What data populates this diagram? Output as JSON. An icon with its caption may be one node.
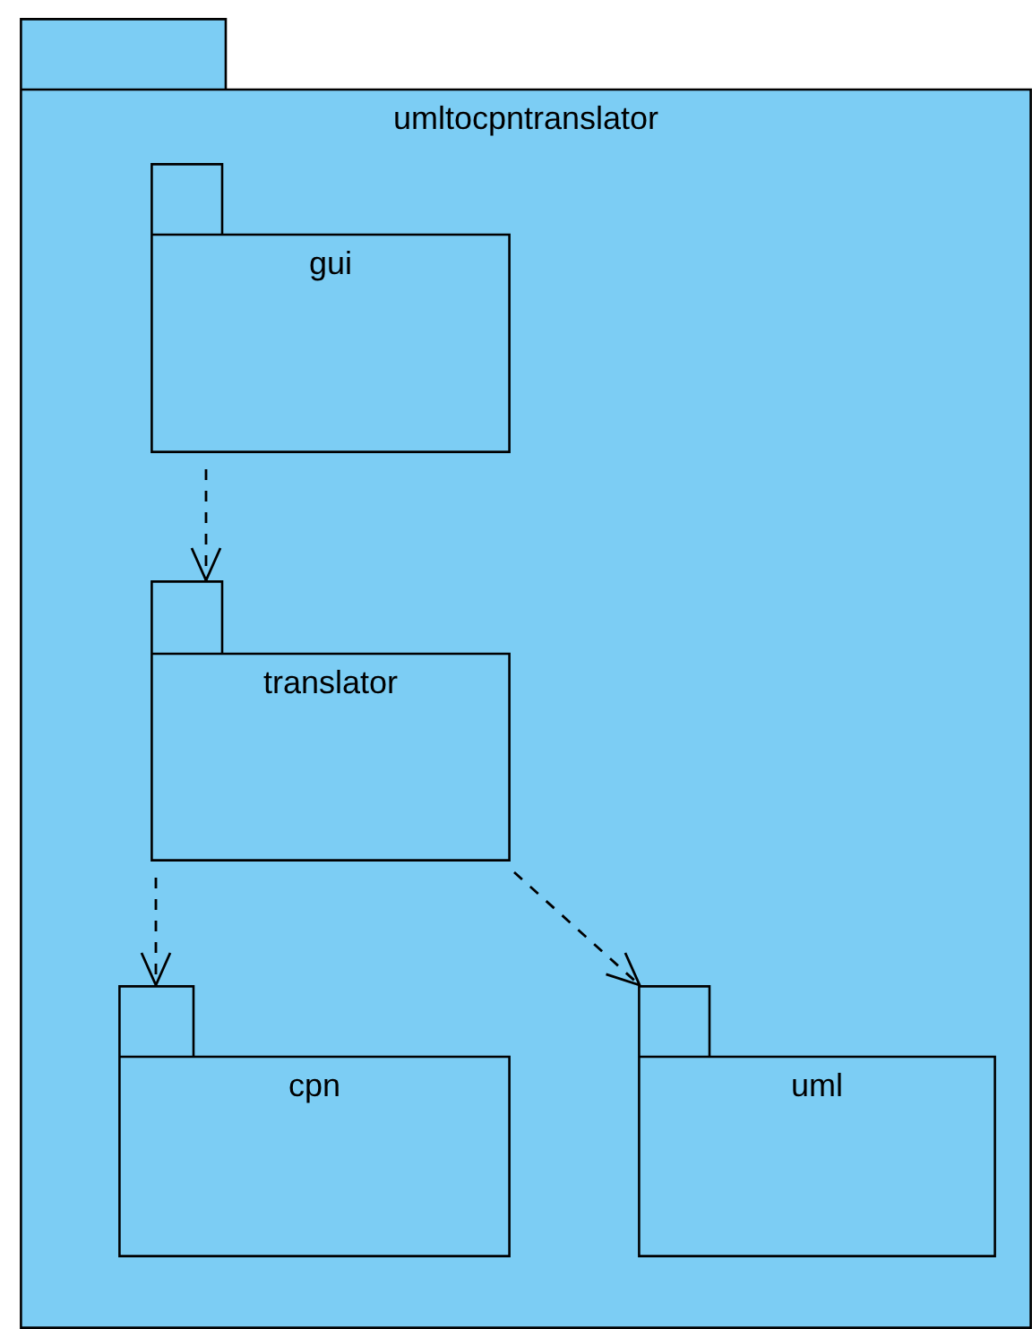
{
  "diagram": {
    "nodes": [
      {
        "text": [
          "umltocpntranslator"
        ]
      },
      {
        "text": [
          "gui"
        ],
        "in": 0
      },
      {
        "text": [
          "translator"
        ],
        "in": 0
      },
      {
        "text": [
          "cpn"
        ],
        "in": 0
      },
      {
        "text": [
          "uml"
        ],
        "in": 0
      }
    ],
    "edges": [
      {
        "from": 1,
        "to": 2,
        "arrow": "to",
        "style": "dashed"
      },
      {
        "from": 2,
        "to": 3,
        "arrow": "to",
        "style": "dashed"
      },
      {
        "from": 2,
        "to": 4,
        "arrow": "to",
        "style": "dashed"
      }
    ]
  }
}
